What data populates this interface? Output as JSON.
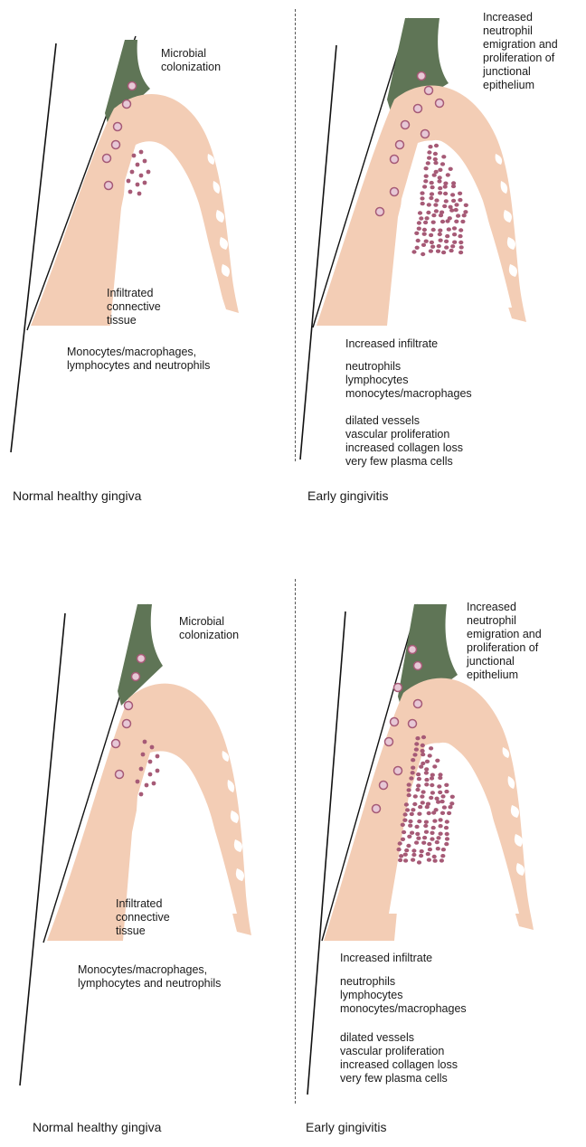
{
  "figures": [
    {
      "id": "top",
      "left_panel": {
        "label_colonization": "Microbial\ncolonization",
        "label_infiltrate": "Infiltrated\nconnective\ntissue",
        "label_cells": "Monocytes/macrophages,\nlymphocytes and neutrophils",
        "caption": "Normal healthy gingiva"
      },
      "right_panel": {
        "label_junctional": "Increased\nneutrophil\nemigration and\nproliferation of\njunctional\nepithelium",
        "label_increased": "Increased infiltrate",
        "label_cell_list": "neutrophils\nlymphocytes\nmonocytes/macrophages",
        "label_vessel_list": "dilated vessels\nvascular proliferation\nincreased collagen loss\nvery few plasma cells",
        "caption": "Early gingivitis"
      }
    },
    {
      "id": "bottom",
      "left_panel": {
        "label_colonization": "Microbial\ncolonization",
        "label_infiltrate": "Infiltrated\nconnective\ntissue",
        "label_cells": "Monocytes/macrophages,\nlymphocytes and neutrophils",
        "caption": "Normal healthy gingiva"
      },
      "right_panel": {
        "label_junctional": "Increased\nneutrophil\nemigration and\nproliferation of\njunctional\nepithelium",
        "label_increased": "Increased infiltrate",
        "label_cell_list": "neutrophils\nlymphocytes\nmonocytes/macrophages",
        "label_vessel_list": "dilated vessels\nvascular proliferation\nincreased collagen loss\nvery few plasma cells",
        "caption": "Early gingivitis"
      }
    }
  ],
  "colors": {
    "gingiva": "#f3cdb5",
    "plaque": "#5f7556",
    "cell": "#a65a76",
    "cell_light": "#e7c8d6",
    "line": "#111111"
  }
}
